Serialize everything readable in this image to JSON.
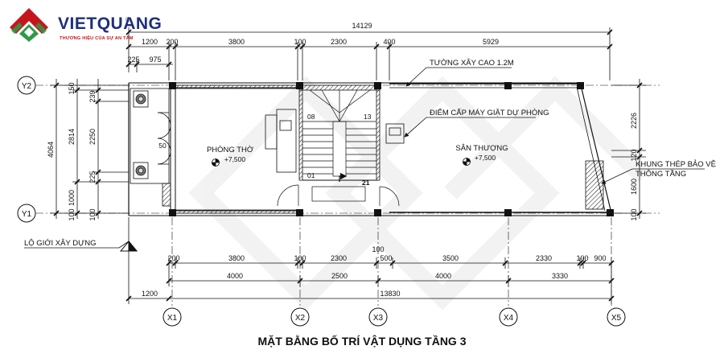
{
  "brand": {
    "name_part1": "VIET",
    "name_part2": "QUANG",
    "registered_mark": "®",
    "tagline": "THƯƠNG HIỆU CỦA SỰ AN TÂM",
    "colors": {
      "red": "#c4161c",
      "green": "#2e9a46",
      "navy": "#1f2f7a"
    }
  },
  "drawing": {
    "title": "MẶT BẰNG BỐ TRÍ VẬT DỤNG TẦNG 3",
    "top_overall": "14129",
    "top_segments": [
      "1200",
      "200",
      "3800",
      "100",
      "2300",
      "400",
      "5929"
    ],
    "small_dims": [
      "225",
      "975"
    ],
    "bottom_segments_1": [
      "200",
      "3800",
      "100",
      "2300",
      "500",
      "3500",
      "2330",
      "100",
      "900"
    ],
    "bottom_segments_2": [
      "4000",
      "2500",
      "4000",
      "3330"
    ],
    "bottom_overall_left": "1200",
    "bottom_overall": "13830",
    "dim_100_mid": "100",
    "left_overall": "4064",
    "left_segment_2814": "2814",
    "left_segment_1000": "1000",
    "left_small": [
      "150",
      "239",
      "2250",
      "225",
      "100",
      "100"
    ],
    "right_dims": [
      "2226",
      "120",
      "1600",
      "100"
    ],
    "door_dim": "50",
    "grid_axes_x": [
      "X1",
      "X2",
      "X3",
      "X4",
      "X5"
    ],
    "grid_axes_y": [
      "Y2",
      "Y1"
    ],
    "rooms": [
      {
        "name": "PHÒNG THỜ",
        "level": "+7,500"
      },
      {
        "name": "SÂN THƯỢNG",
        "level": "+7,500"
      }
    ],
    "stair_labels": [
      "08",
      "13",
      "01",
      "21"
    ],
    "notes": {
      "wall": "TƯỜNG XÂY CAO 1.2M",
      "washer": "ĐIỂM CẤP MÁY GIẶT DỰ PHÒNG",
      "frame_line1": "KHUNG THÉP BẢO VỆ",
      "frame_line2": "THÔNG TẦNG",
      "boundary": "LỘ GIỚI XÂY DỰNG"
    }
  }
}
